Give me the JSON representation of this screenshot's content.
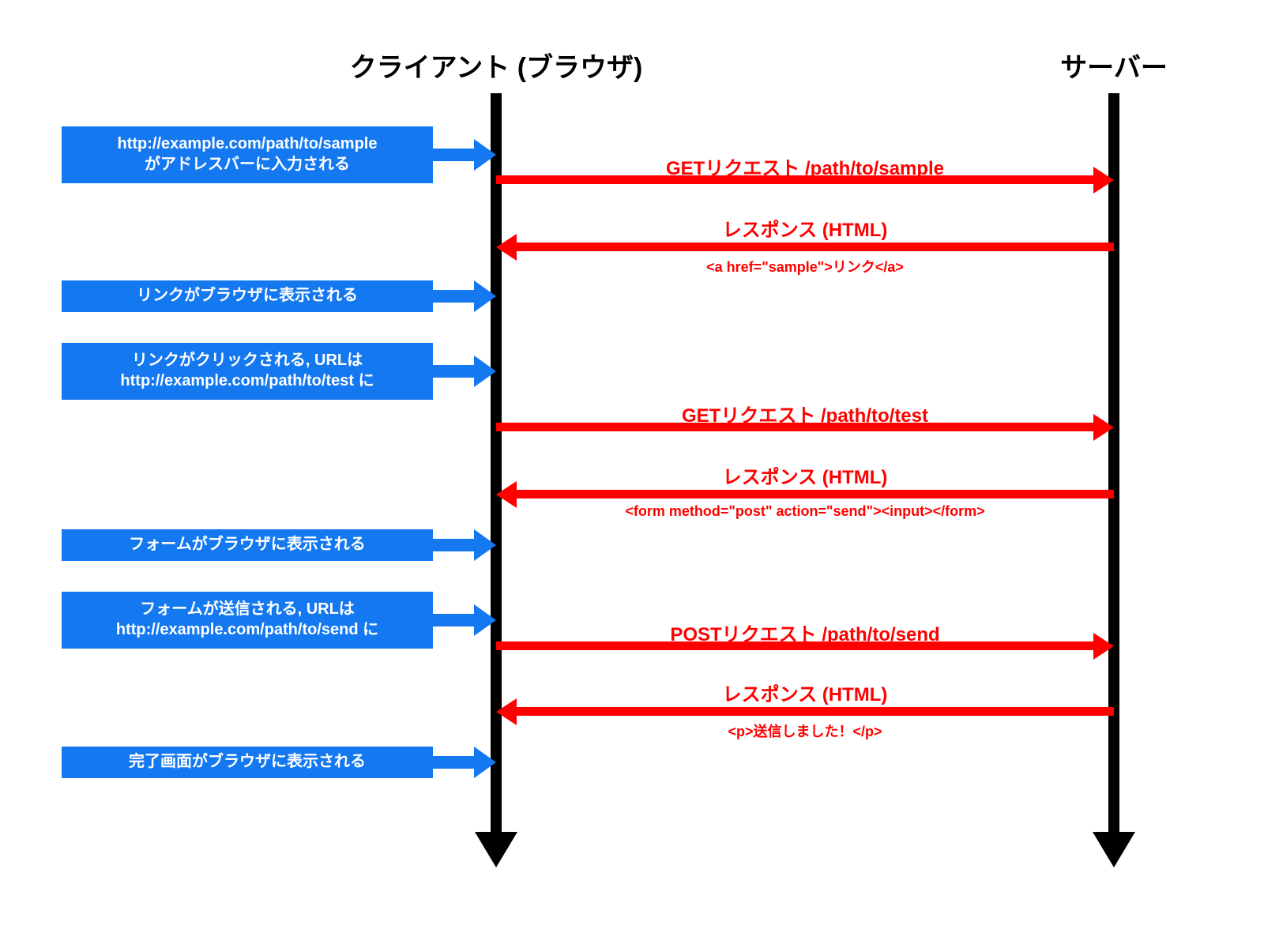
{
  "diagram": {
    "title_client": "クライアント (ブラウザ)",
    "title_server": "サーバー",
    "colors": {
      "note_blue": "#1478f0",
      "message_red": "#ff0000",
      "lifeline_black": "#000000",
      "background": "#ffffff"
    }
  },
  "notes": [
    {
      "line1": "http://example.com/path/to/sample",
      "line2": "がアドレスバーに入力される"
    },
    {
      "line1": "リンクがブラウザに表示される",
      "line2": ""
    },
    {
      "line1": "リンクがクリックされる, URLは",
      "line2": "http://example.com/path/to/test に"
    },
    {
      "line1": "フォームがブラウザに表示される",
      "line2": ""
    },
    {
      "line1": "フォームが送信される, URLは",
      "line2": "http://example.com/path/to/send に"
    },
    {
      "line1": "完了画面がブラウザに表示される",
      "line2": ""
    }
  ],
  "messages": [
    {
      "label": "GETリクエスト /path/to/sample",
      "direction": "client-to-server",
      "payload": ""
    },
    {
      "label": "レスポンス (HTML)",
      "direction": "server-to-client",
      "payload": "<a href=\"sample\">リンク</a>"
    },
    {
      "label": "GETリクエスト /path/to/test",
      "direction": "client-to-server",
      "payload": ""
    },
    {
      "label": "レスポンス (HTML)",
      "direction": "server-to-client",
      "payload": "<form method=\"post\" action=\"send\"><input></form>"
    },
    {
      "label": "POSTリクエスト /path/to/send",
      "direction": "client-to-server",
      "payload": ""
    },
    {
      "label": "レスポンス (HTML)",
      "direction": "server-to-client",
      "payload": "<p>送信しました！</p>"
    }
  ]
}
